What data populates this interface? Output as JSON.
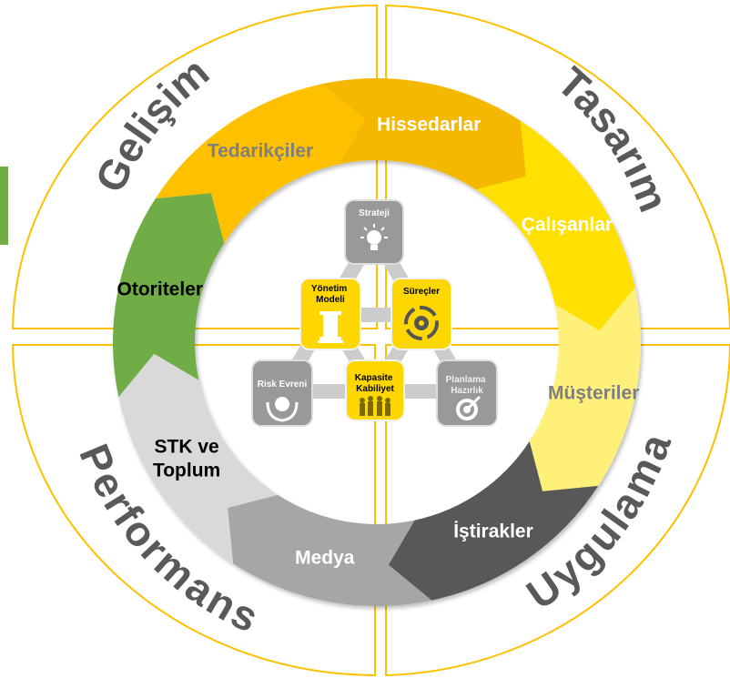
{
  "quadrants": {
    "top_left": "Gelişim",
    "top_right": "Tasarım",
    "bottom_right": "Uygulama",
    "bottom_left": "Performans"
  },
  "cycle_segments": [
    {
      "label": "Hissedarlar",
      "color": "#f5b800",
      "text_color": "#ffffff"
    },
    {
      "label": "Çalışanlar",
      "color": "#ffe000",
      "text_color": "#ffffff"
    },
    {
      "label": "Müşteriler",
      "color": "#fff07a",
      "text_color": "#7f7f7f"
    },
    {
      "label": "İştirakler",
      "color": "#595959",
      "text_color": "#ffffff"
    },
    {
      "label": "Medya",
      "color": "#a6a6a6",
      "text_color": "#ffffff"
    },
    {
      "label": "STK ve Toplum",
      "color": "#d9d9d9",
      "text_color": "#000000"
    },
    {
      "label": "Otoriteler",
      "color": "#70ad47",
      "text_color": "#000000"
    },
    {
      "label": "Tedarikçiler",
      "color": "#ffc000",
      "text_color": "#7f7f7f"
    }
  ],
  "center_boxes": {
    "strateji": "Strateji",
    "yonetim": "Yönetim Modeli",
    "surecler": "Süreçler",
    "kapasite": "Kapasite Kabiliyet",
    "risk": "Risk Evreni",
    "planlama": "Planlama Hazırlık"
  },
  "colors": {
    "quadrant_border": "#ffc000",
    "quadrant_text": "#595959",
    "box_gray": "#999999",
    "box_yellow": "#ffd700",
    "connector": "#cccccc"
  },
  "icons": [
    "lightbulb-icon",
    "column-icon",
    "gears-cycle-icon",
    "people-group-icon",
    "globe-hands-icon",
    "target-icon"
  ]
}
